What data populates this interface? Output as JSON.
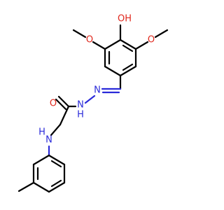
{
  "colors": {
    "carbon": "#000000",
    "nitrogen": "#2b2bd9",
    "oxygen": "#e0281d",
    "background": "#ffffff"
  },
  "atoms": {
    "hydroxyl": "OH",
    "methoxy_left_o": "O",
    "methoxy_right_o": "O",
    "hydrazone_n1": "N",
    "hydrazone_n2": "N",
    "hydrazide_h": "H",
    "carbonyl_o": "O",
    "amine_n": "N",
    "amine_h": "H"
  }
}
